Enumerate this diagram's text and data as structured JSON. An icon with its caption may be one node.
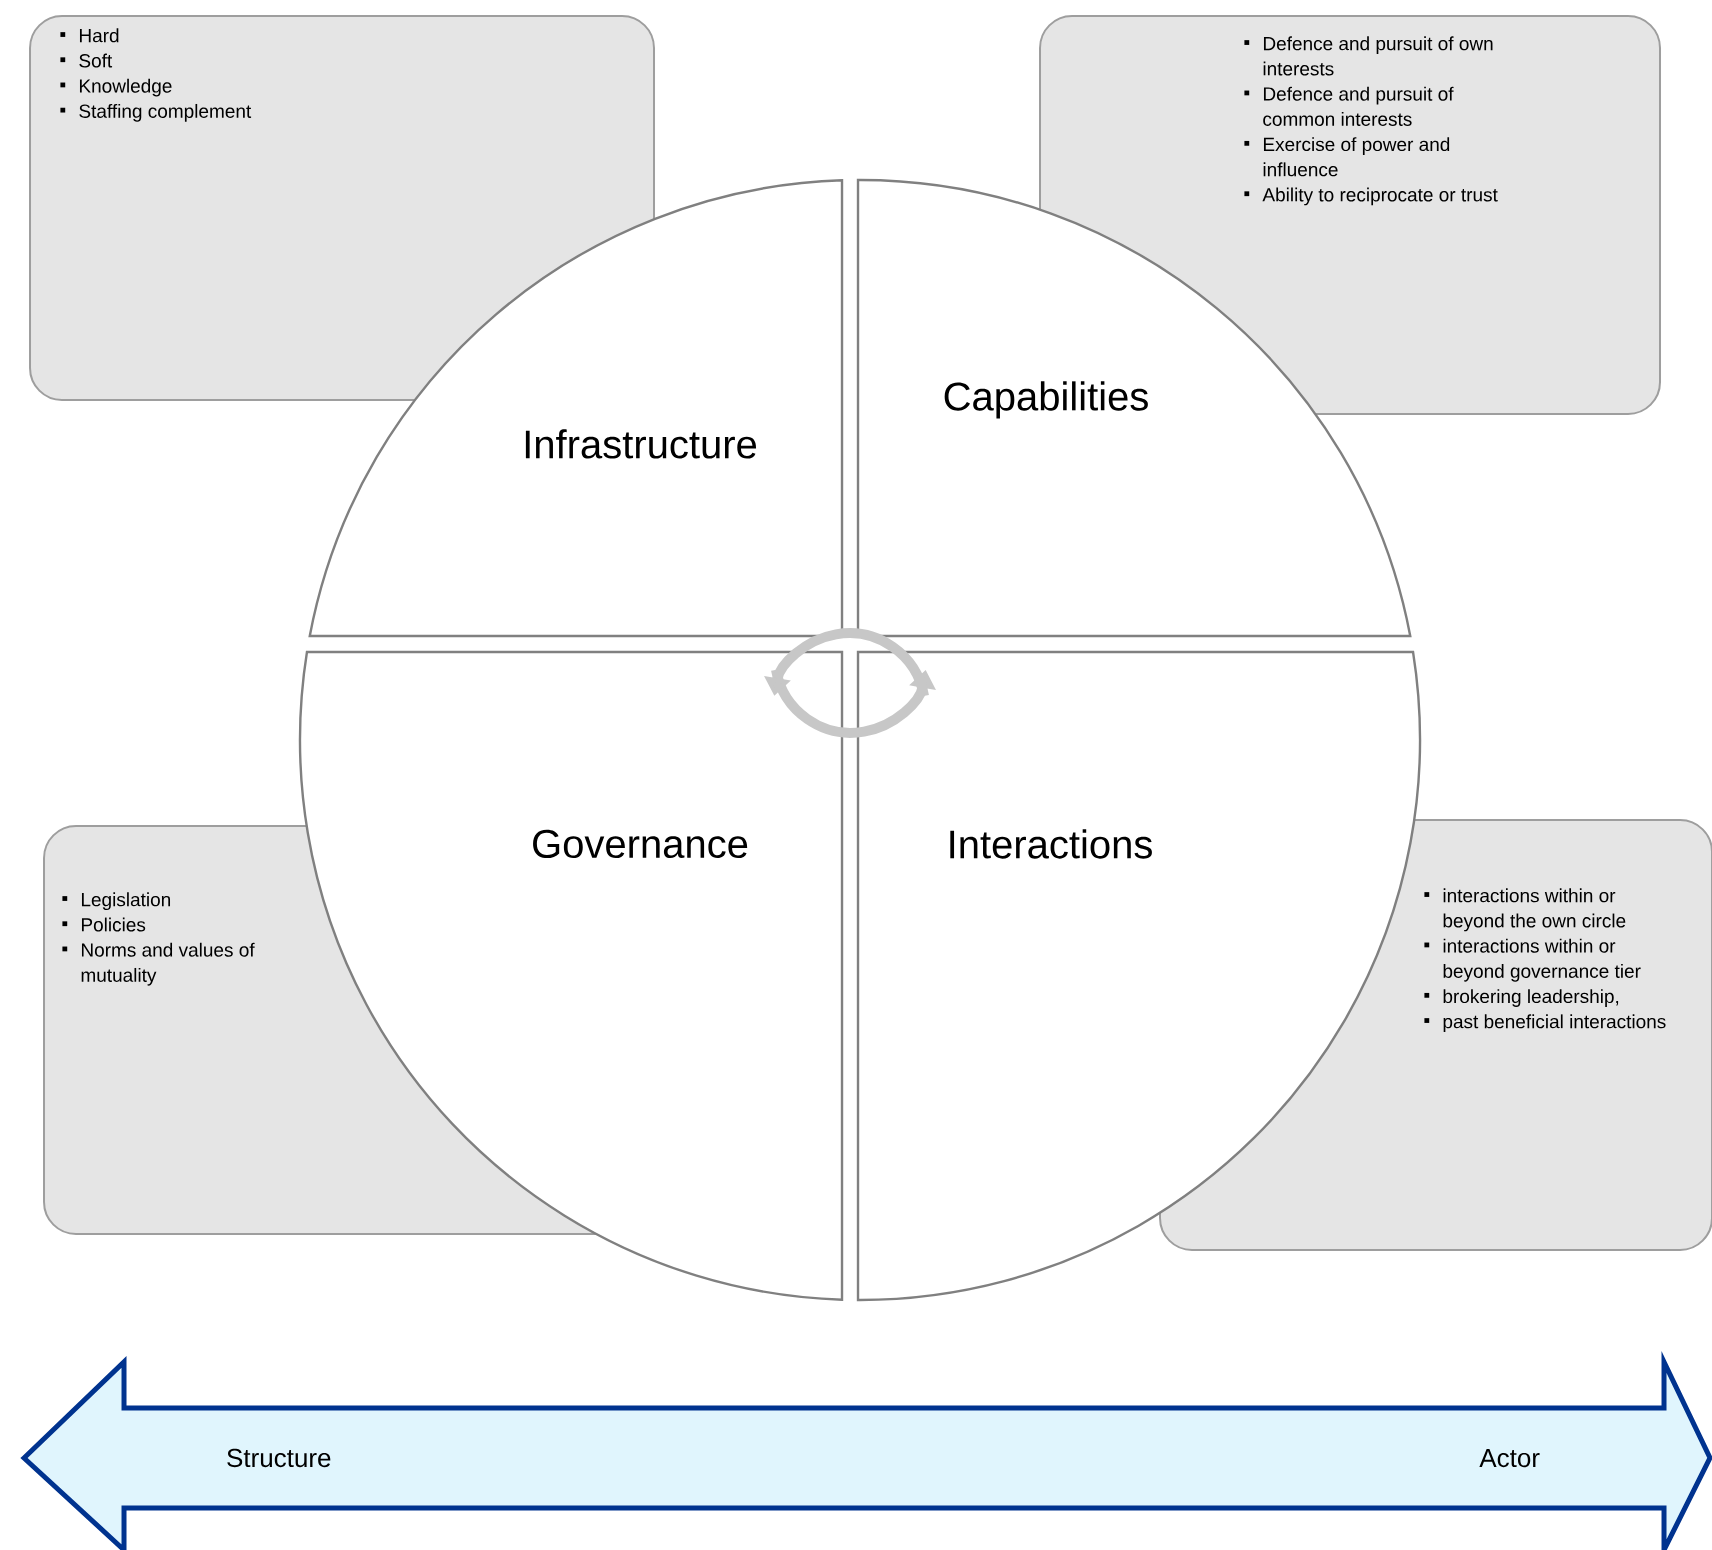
{
  "diagram": {
    "nodes": [
      {
        "text": [
          "Hard",
          "Soft",
          "Knowledge",
          "Staffing complement"
        ]
      },
      {
        "text": [
          "Defence and pursuit of own interests",
          "Defence and pursuit of common interests",
          "Exercise of power and influence",
          "Ability to reciprocate or trust"
        ]
      },
      {
        "text": [
          "Infrastructure"
        ]
      },
      {
        "text": [
          "Capabilities"
        ]
      },
      {
        "text": [
          "Governance"
        ]
      },
      {
        "text": [
          "Interactions"
        ]
      },
      {
        "text": [
          "Legislation",
          "Policies",
          "Norms and values of mutuality"
        ]
      },
      {
        "text": [
          "interactions within or beyond the own circle",
          "interactions within or beyond governance tier",
          "brokering leadership,",
          "past beneficial interactions"
        ]
      },
      {
        "text": [
          "Structure",
          "Actor"
        ]
      }
    ]
  }
}
